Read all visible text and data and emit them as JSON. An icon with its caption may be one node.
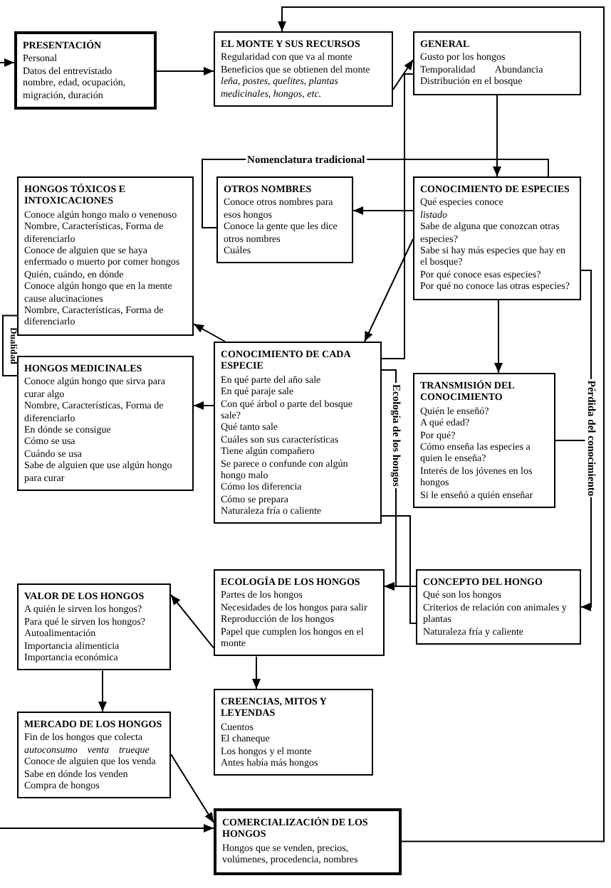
{
  "diagram": {
    "nodes": [
      {
        "text": [
          "PRESENTACIÓN",
          "Personal",
          "Datos del entrevistado",
          "nombre, edad, ocupación, migración, duración"
        ]
      },
      {
        "text": [
          "EL MONTE Y SUS RECURSOS",
          "Regularidad con que va al monte",
          "Beneficios que se obtienen del monte",
          "*leña, postes, quelites, plantas medicinales, hongos, etc.*"
        ]
      },
      {
        "text": [
          "GENERAL",
          "Gusto por los hongos",
          "Temporalidad        Abundancia",
          "Distribución en el bosque"
        ]
      },
      {
        "text": [
          "OTROS NOMBRES",
          "Conoce otros nombres para esos hongos",
          "Conoce la gente que les dice otros nombres",
          "Cuáles"
        ]
      },
      {
        "text": [
          "CONOCIMIENTO DE ESPECIES",
          "Qué especies conoce",
          "*listado*",
          "Sabe de alguna que conozcan otras especies?",
          "Sabe si hay más especies que hay en el bosque?",
          "Por qué conoce esas especies?",
          "Por qué no conoce las otras especies?"
        ]
      },
      {
        "text": [
          "HONGOS TÓXICOS E INTOXICACIONES",
          "Conoce algún hongo malo o venenoso",
          "Nombre, Características, Forma de diferenciarlo",
          "Conoce de alguien que se haya enfermado o muerto por comer hongos",
          "Quién, cuándo, en dónde",
          "Conoce algún hongo que en la mente cause alucinaciones",
          "Nombre, Características, Forma de diferenciarlo"
        ]
      },
      {
        "text": [
          "HONGOS MEDICINALES",
          "Conoce algún hongo que sirva para curar algo",
          "Nombre, Características, Forma de diferenciarlo",
          "En dónde se consigue",
          "Cómo se usa",
          "Cuándo se usa",
          "Sabe de alguien que use algún hongo para curar"
        ]
      },
      {
        "text": [
          "CONOCIMIENTO DE CADA ESPECIE",
          "En qué parte del año sale",
          "En qué paraje sale",
          "Con qué árbol o parte del bosque sale?",
          "Qué tanto sale",
          "Cuáles son sus características",
          "Tiene algún compañero",
          "Se parece o confunde con algún hongo malo",
          "Cómo los diferencia",
          "Cómo se prepara",
          "Naturaleza fría o caliente"
        ]
      },
      {
        "text": [
          "TRANSMISIÓN DEL CONOCIMIENTO",
          "Quién le enseñó?",
          "A qué edad?",
          "Por qué?",
          "Cómo enseña las especies a quien le enseña?",
          "Interés de los jóvenes en los hongos",
          "Si le enseñó a quién enseñar"
        ]
      },
      {
        "text": [
          "VALOR DE LOS HONGOS",
          "A quién le sirven los hongos?",
          "Para qué le sirven los hongos?",
          "Autoalimentación",
          "Importancia alimenticia",
          "Importancia económica"
        ]
      },
      {
        "text": [
          "ECOLOGÍA DE LOS HONGOS",
          "Partes de los hongos",
          "Necesidades de los hongos para salir",
          "Reproducción de los hongos",
          "Papel que cumplen los hongos en el monte"
        ]
      },
      {
        "text": [
          "CONCEPTO DEL HONGO",
          "Qué son los hongos",
          "Criterios de relación con animales y plantas",
          "Naturaleza fría y caliente"
        ]
      },
      {
        "text": [
          "CREENCIAS, MITOS Y LEYENDAS",
          "Cuentos",
          "El chaneque",
          "Los hongos y el monte",
          "Antes había más hongos"
        ]
      },
      {
        "text": [
          "MERCADO DE LOS HONGOS",
          "Fin de los hongos que colecta",
          "*autoconsumo    venta    trueque*",
          "Conoce de alguien que los venda",
          "Sabe en dónde los venden",
          "Compra de hongos"
        ]
      },
      {
        "text": [
          "COMERCIALIZACIÓN DE LOS HONGOS",
          "Hongos que se venden, precios, volúmenes, procedencia, nombres"
        ]
      }
    ],
    "edges": [
      {
        "from": null,
        "to": 0,
        "arrow": "to"
      },
      {
        "from": 0,
        "to": 1,
        "arrow": "to"
      },
      {
        "from": 14,
        "to": 1,
        "arrow": "to"
      },
      {
        "from": null,
        "to": 14,
        "arrow": "to"
      },
      {
        "from": 1,
        "to": 2,
        "arrow": "to"
      },
      {
        "from": 2,
        "to": 4,
        "arrow": "to"
      },
      {
        "from": 4,
        "to": 3,
        "arrow": "to"
      },
      {
        "from": 4,
        "to": 3,
        "arrow": "none",
        "label": "Nomenclatura tradicional"
      },
      {
        "from": 4,
        "to": 7,
        "arrow": "to"
      },
      {
        "from": 7,
        "to": 5,
        "arrow": "to"
      },
      {
        "from": 7,
        "to": 6,
        "arrow": "to"
      },
      {
        "from": 5,
        "to": 6,
        "arrow": "none",
        "label": "Dualidad"
      },
      {
        "from": 4,
        "to": 8,
        "arrow": "to"
      },
      {
        "from": 4,
        "to": 11,
        "arrow": "to",
        "label": "Pérdida del conocimiento"
      },
      {
        "from": 8,
        "to": 11,
        "arrow": "to"
      },
      {
        "from": 2,
        "to": 7,
        "arrow": "none"
      },
      {
        "from": 7,
        "to": 10,
        "arrow": "to",
        "label": "Ecología de los hongos"
      },
      {
        "from": 7,
        "to": 11,
        "arrow": "none"
      },
      {
        "from": 11,
        "to": 10,
        "arrow": "to"
      },
      {
        "from": 10,
        "to": 9,
        "arrow": "to"
      },
      {
        "from": 10,
        "to": 12,
        "arrow": "to"
      },
      {
        "from": 9,
        "to": 13,
        "arrow": "to"
      },
      {
        "from": 13,
        "to": 14,
        "arrow": "to"
      }
    ]
  }
}
